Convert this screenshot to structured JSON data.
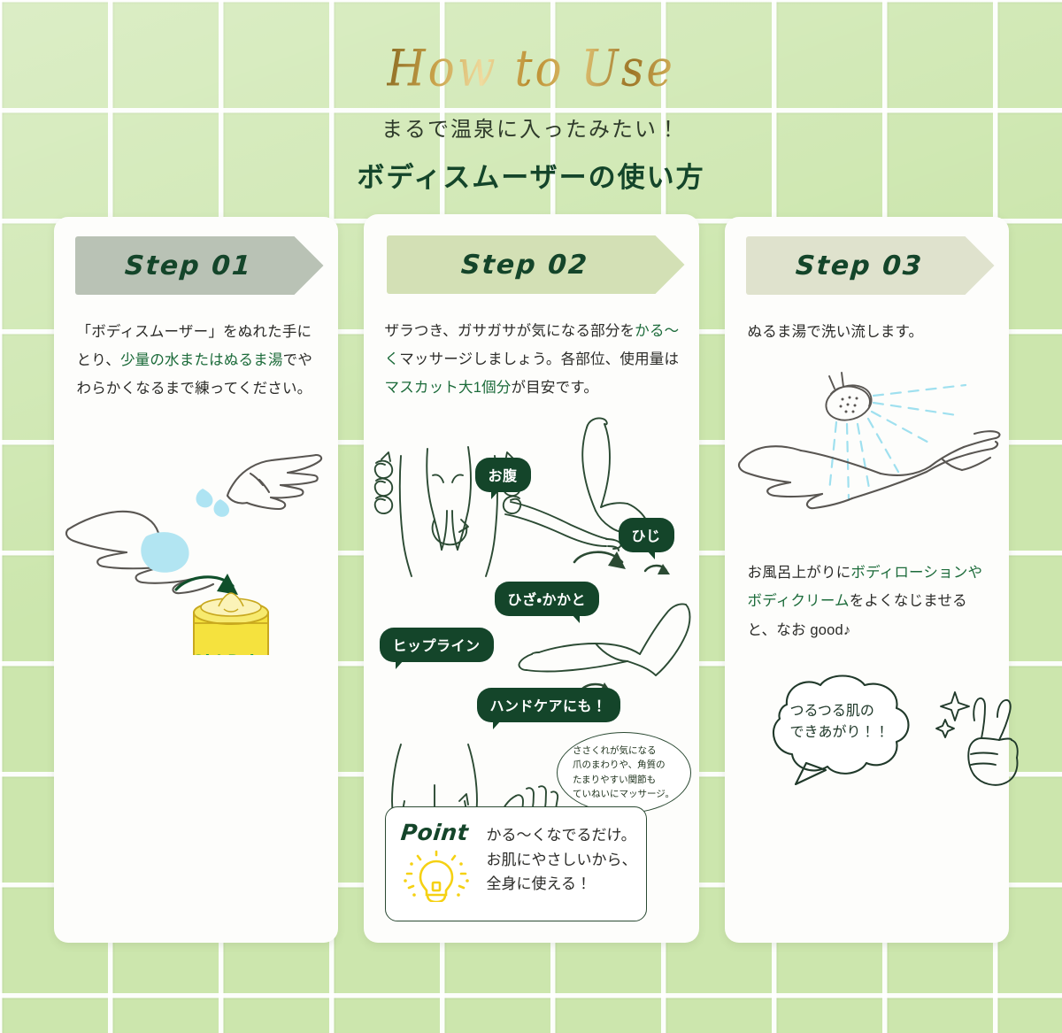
{
  "header": {
    "script_title": "How to Use",
    "subtitle": "まるで温泉に入ったみたい！",
    "main_title": "ボディスムーザーの使い方"
  },
  "colors": {
    "background_tile": "#cce6ad",
    "grout": "#ffffff",
    "card": "#fdfdfb",
    "dark_green": "#14452a",
    "accent_green": "#1c6b3a",
    "step1_banner": "#b9c2b5",
    "step2_banner": "#d3e0b5",
    "step3_banner": "#dfe2cd",
    "jar_yellow": "#f5e03c",
    "water_blue": "#a9e4f2",
    "line_grey": "#595652",
    "gold": "#c9a24a"
  },
  "steps": [
    {
      "banner_label": "Step 01",
      "body_parts": [
        {
          "text": "「ボディスムーザー」をぬれた手にとり、",
          "highlight": false
        },
        {
          "text": "少量の水またはぬるま湯",
          "highlight": true
        },
        {
          "text": "でやわらかくなるまで練ってください。",
          "highlight": false
        }
      ],
      "illustration": {
        "name": "hands-kneading-with-jar",
        "jar_label": "Oh! Baby"
      }
    },
    {
      "banner_label": "Step 02",
      "body_parts": [
        {
          "text": "ザラつき、ガサガサが気になる部分を",
          "highlight": false
        },
        {
          "text": "かる〜く",
          "highlight": true
        },
        {
          "text": "マッサージしましょう。各部位、使用量は",
          "highlight": false
        },
        {
          "text": "マスカット大1個分",
          "highlight": true
        },
        {
          "text": "が目安です。",
          "highlight": false
        }
      ],
      "tags": [
        {
          "label": "お腹",
          "name": "tag-belly"
        },
        {
          "label": "ひじ",
          "name": "tag-elbow"
        },
        {
          "label": "ひざ・かかと",
          "name": "tag-knee-heel"
        },
        {
          "label": "ヒップライン",
          "name": "tag-hipline"
        },
        {
          "label": "ハンドケアにも！",
          "name": "tag-handcare"
        }
      ],
      "oval_note": "ささくれが気になる\n爪のまわりや、角質の\nたまりやすい関節も\nていねいにマッサージ。",
      "point": {
        "word": "Point",
        "icon": "lightbulb-icon",
        "text": "かる〜くなでるだけ。\nお肌にやさしいから、\n全身に使える！"
      }
    },
    {
      "banner_label": "Step 03",
      "body_parts": [
        {
          "text": "ぬるま湯で洗い流します。",
          "highlight": false
        }
      ],
      "illustration": {
        "name": "shower-rinsing-arm"
      },
      "body2_parts": [
        {
          "text": "お風呂上がりに",
          "highlight": false
        },
        {
          "text": "ボディローションやボディクリーム",
          "highlight": true
        },
        {
          "text": "をよくなじませると、なお good♪",
          "highlight": false
        }
      ],
      "cloud": {
        "text": "つるつる肌の\nできあがり！！",
        "icons": [
          "sparkle-icon",
          "peace-hand-icon"
        ]
      }
    }
  ]
}
